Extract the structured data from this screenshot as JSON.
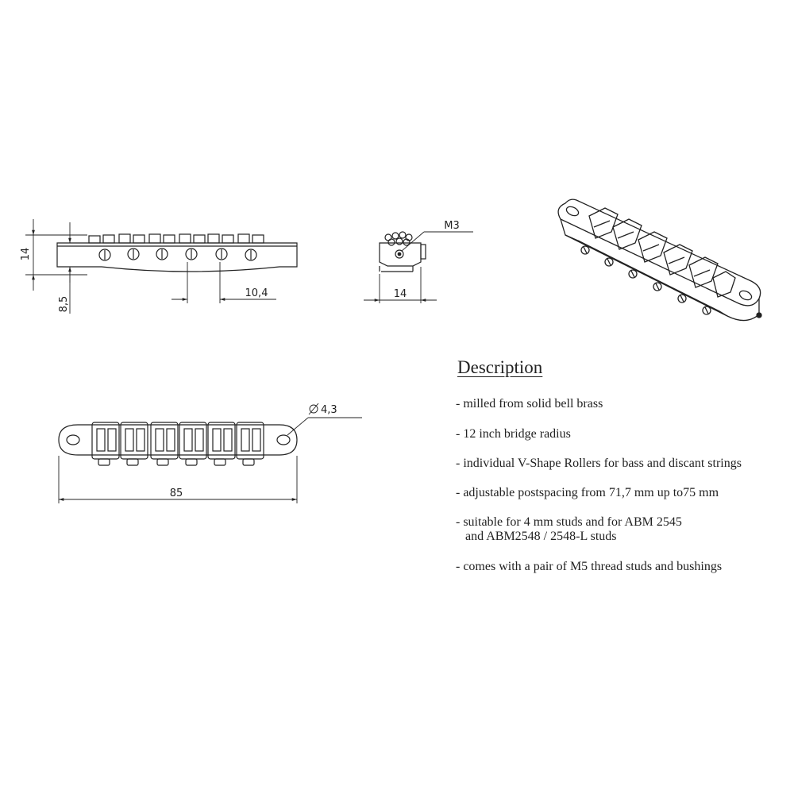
{
  "dimensions": {
    "height": "14",
    "offset": "8,5",
    "roller_spacing": "10,4",
    "side_width": "14",
    "thread": "M3",
    "hole_diameter": "4,3",
    "length": "85"
  },
  "description": {
    "title": "Description",
    "items": [
      "- milled from solid bell brass",
      "- 12 inch bridge radius",
      "- individual V-Shape Rollers for bass and discant strings",
      "- adjustable postspacing from 71,7 mm up to75 mm",
      "- suitable for 4 mm studs and for ABM 2545\n   and ABM2548 / 2548-L studs",
      "- comes with a pair of M5 thread studs and bushings"
    ]
  }
}
